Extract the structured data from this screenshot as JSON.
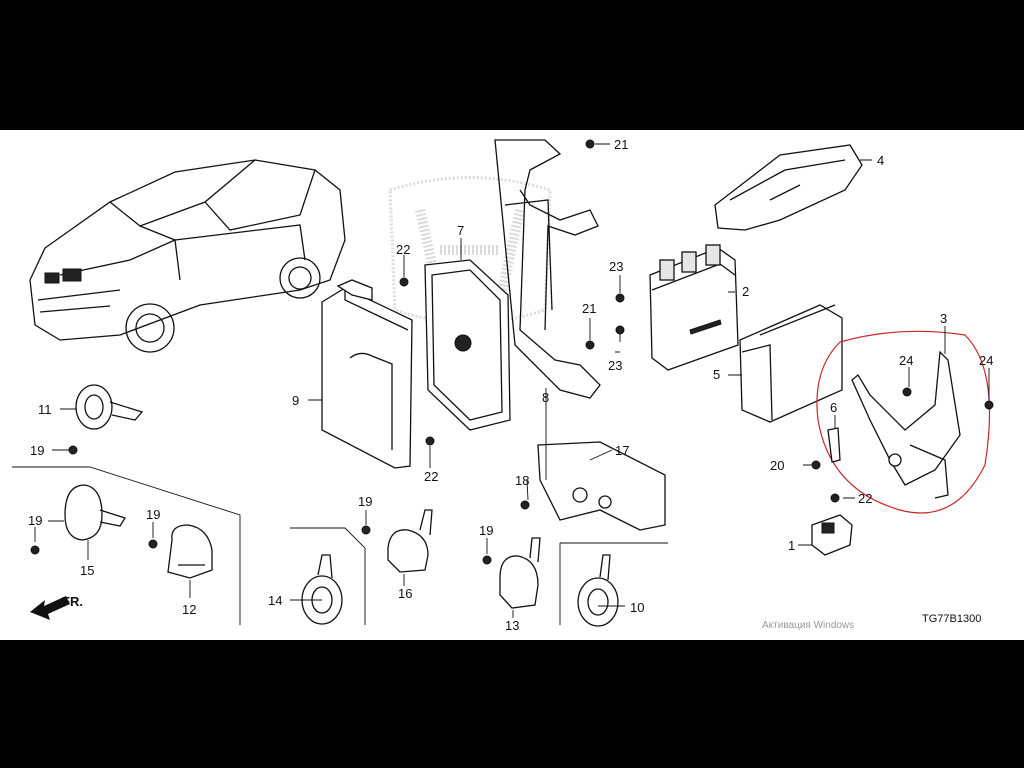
{
  "diagram": {
    "part_labels": {
      "p1": "1",
      "p2": "2",
      "p3": "3",
      "p4": "4",
      "p5": "5",
      "p6": "6",
      "p7": "7",
      "p8": "8",
      "p9": "9",
      "p10": "10",
      "p11": "11",
      "p12": "12",
      "p13": "13",
      "p14": "14",
      "p15": "15",
      "p16": "16",
      "p17": "17",
      "p18": "18",
      "p19": "19",
      "p20": "20",
      "p21": "21",
      "p22": "22",
      "p23": "23",
      "p24": "24"
    },
    "front_marker": "FR.",
    "diagram_code": "TG77B1300",
    "watermark": "Активация Windows",
    "highlight_color": "#c62828"
  }
}
